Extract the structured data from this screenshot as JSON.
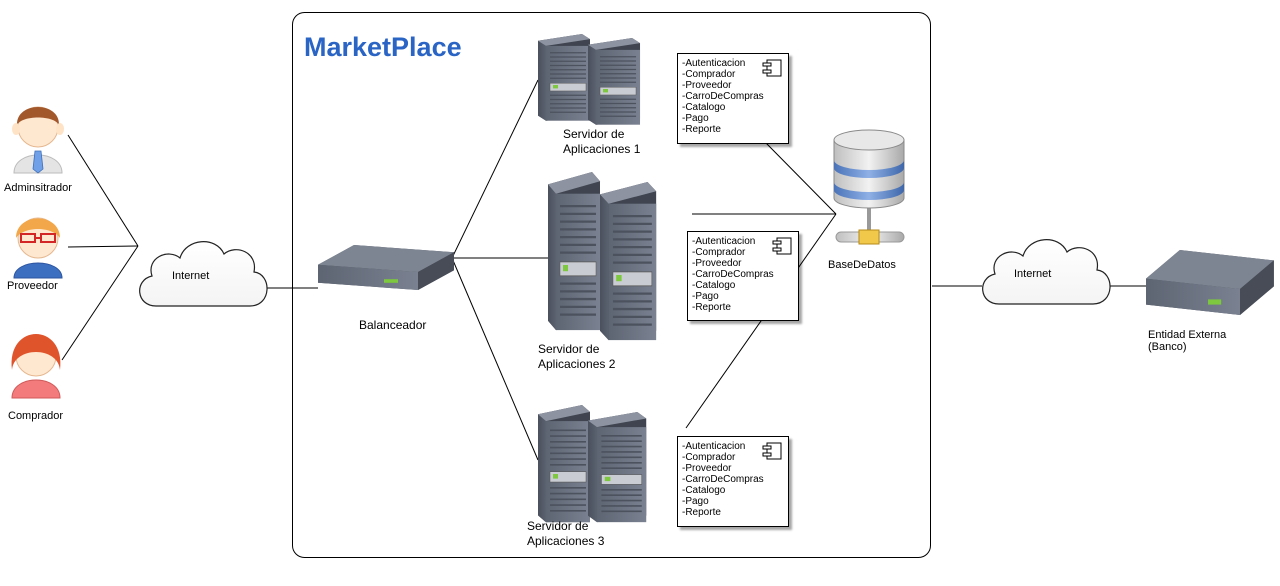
{
  "title": "MarketPlace",
  "actors": [
    {
      "label": "Adminsitrador"
    },
    {
      "label": "Proveedor"
    },
    {
      "label": "Comprador"
    }
  ],
  "network": {
    "internet_left": "Internet",
    "internet_right": "Internet"
  },
  "balancer": {
    "label": "Balanceador"
  },
  "servers": [
    {
      "label_line1": "Servidor de",
      "label_line2": "Aplicaciones 1"
    },
    {
      "label_line1": "Servidor de",
      "label_line2": "Aplicaciones 2"
    },
    {
      "label_line1": "Servidor de",
      "label_line2": "Aplicaciones 3"
    }
  ],
  "modules": [
    "-Autenticacion",
    "-Comprador",
    "-Proveedor",
    "-CarroDeCompras",
    "-Catalogo",
    "-Pago",
    "-Reporte"
  ],
  "database": {
    "label": "BaseDeDatos"
  },
  "external": {
    "label_line1": "Entidad Externa",
    "label_line2": "(Banco)"
  },
  "colors": {
    "title": "#2a64c4",
    "server_body": "#6d7484",
    "db_band": "#6b93d6"
  }
}
